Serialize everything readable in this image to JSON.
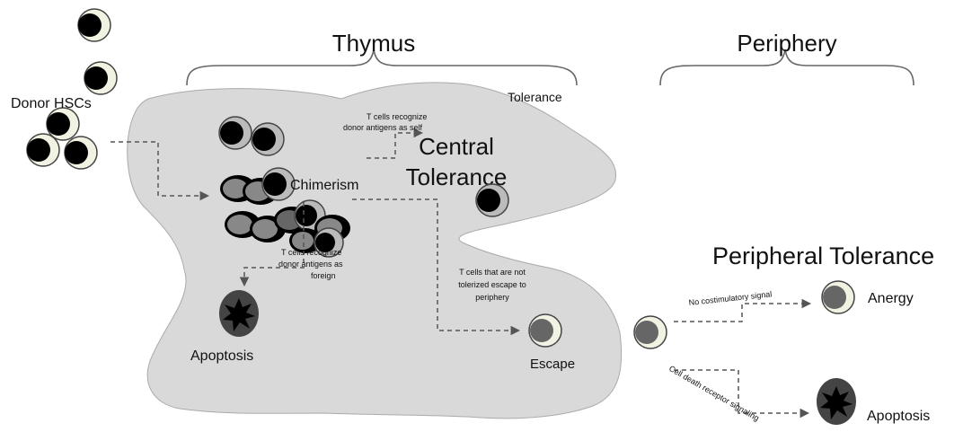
{
  "sections": {
    "thymus": "Thymus",
    "periphery": "Periphery"
  },
  "labels": {
    "donor_hscs": "Donor HSCs",
    "tolerance": "Tolerance",
    "central_tolerance_line1": "Central",
    "central_tolerance_line2": "Tolerance",
    "chimerism": "Chimerism",
    "apoptosis_thymus": "Apoptosis",
    "escape": "Escape",
    "peripheral_tolerance": "Peripheral Tolerance",
    "anergy": "Anergy",
    "apoptosis_periphery": "Apoptosis"
  },
  "annotations": {
    "self_line1": "T cells recognize",
    "self_line2": "donor antigens as self",
    "foreign_line1": "T cells recognize",
    "foreign_line2": "donor antigens as",
    "foreign_line3": "foreign",
    "escape_line1": "T cells that are not",
    "escape_line2": "tolerized escape to",
    "escape_line3": "periphery",
    "costim": "No costimulatory signal",
    "death_receptor": "Cell death receptor signaling"
  },
  "colors": {
    "thymus_fill": "#d9d9d9",
    "cell_membrane": "#f2f2e3",
    "nucleus_dark": "#000000",
    "nucleus_gray": "#666666",
    "apoptotic_cell": "#444444",
    "arrow": "#555555"
  }
}
